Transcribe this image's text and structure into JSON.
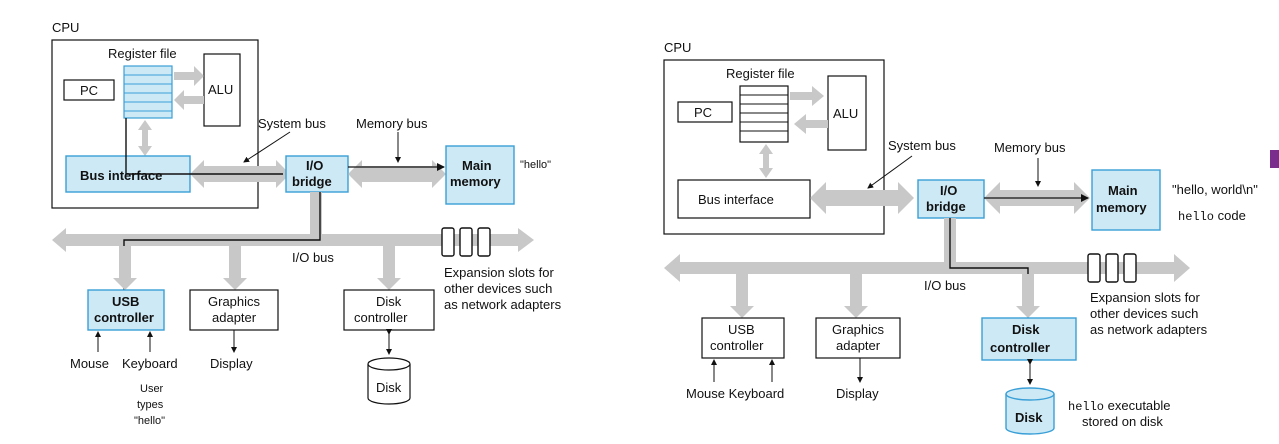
{
  "colors": {
    "bus": "#c8c8c8",
    "highlight_fill": "#cde9f6",
    "highlight_stroke": "#3a9fd6",
    "frame": "#111111",
    "accent": "#7b2d8e"
  },
  "left": {
    "cpu": "CPU",
    "register_file": "Register file",
    "pc": "PC",
    "alu": "ALU",
    "system_bus": "System bus",
    "memory_bus": "Memory bus",
    "bus_interface": "Bus interface",
    "io_bridge_1": "I/O",
    "io_bridge_2": "bridge",
    "main_memory_1": "Main",
    "main_memory_2": "memory",
    "memory_content": "\"hello\"",
    "io_bus": "I/O bus",
    "expansion_1": "Expansion slots for",
    "expansion_2": "other devices such",
    "expansion_3": "as network adapters",
    "usb_1": "USB",
    "usb_2": "controller",
    "graphics_1": "Graphics",
    "graphics_2": "adapter",
    "disk_ctrl_1": "Disk",
    "disk_ctrl_2": "controller",
    "mouse": "Mouse",
    "keyboard": "Keyboard",
    "display": "Display",
    "disk": "Disk",
    "note_1": "User",
    "note_2": "types",
    "note_3": "\"hello\""
  },
  "right": {
    "cpu": "CPU",
    "register_file": "Register file",
    "pc": "PC",
    "alu": "ALU",
    "system_bus": "System bus",
    "memory_bus": "Memory bus",
    "bus_interface": "Bus interface",
    "io_bridge_1": "I/O",
    "io_bridge_2": "bridge",
    "main_memory_1": "Main",
    "main_memory_2": "memory",
    "memory_content_1": "\"hello, world\\n\"",
    "memory_content_2_code": "hello",
    "memory_content_2_text": " code",
    "io_bus": "I/O bus",
    "expansion_1": "Expansion slots for",
    "expansion_2": "other devices such",
    "expansion_3": "as network adapters",
    "usb_1": "USB",
    "usb_2": "controller",
    "graphics_1": "Graphics",
    "graphics_2": "adapter",
    "disk_ctrl_1": "Disk",
    "disk_ctrl_2": "controller",
    "mouse_keyboard": "Mouse Keyboard",
    "display": "Display",
    "disk": "Disk",
    "note_1_code": "hello",
    "note_1_text": " executable",
    "note_2": "stored on disk"
  }
}
